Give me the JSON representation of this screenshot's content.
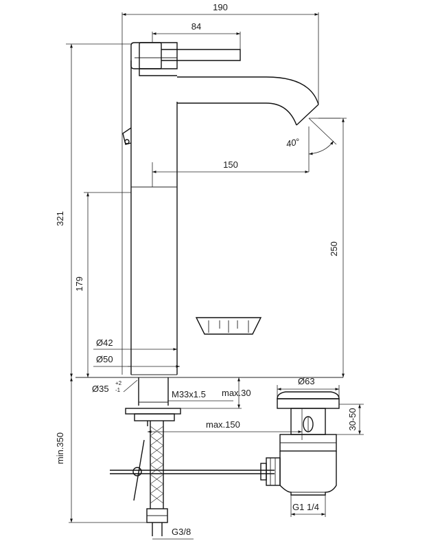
{
  "dimensions": {
    "total_width": "190",
    "lever_length": "84",
    "spout_reach": "150",
    "spout_angle": "40°",
    "total_height": "321",
    "spout_height": "250",
    "body_height": "179",
    "body_diameter_inner": "Ø42",
    "body_diameter_outer": "Ø50",
    "hole_diameter": "Ø35",
    "hole_tol_upper": "+2",
    "hole_tol_lower": "-1",
    "thread": "M33x1.5",
    "max_deck": "max.30",
    "max_reach": "max.150",
    "waste_diameter": "Ø63",
    "waste_range": "30-50",
    "waste_thread": "G1 1/4",
    "hose_thread": "G3/8",
    "min_length": "min.350"
  }
}
